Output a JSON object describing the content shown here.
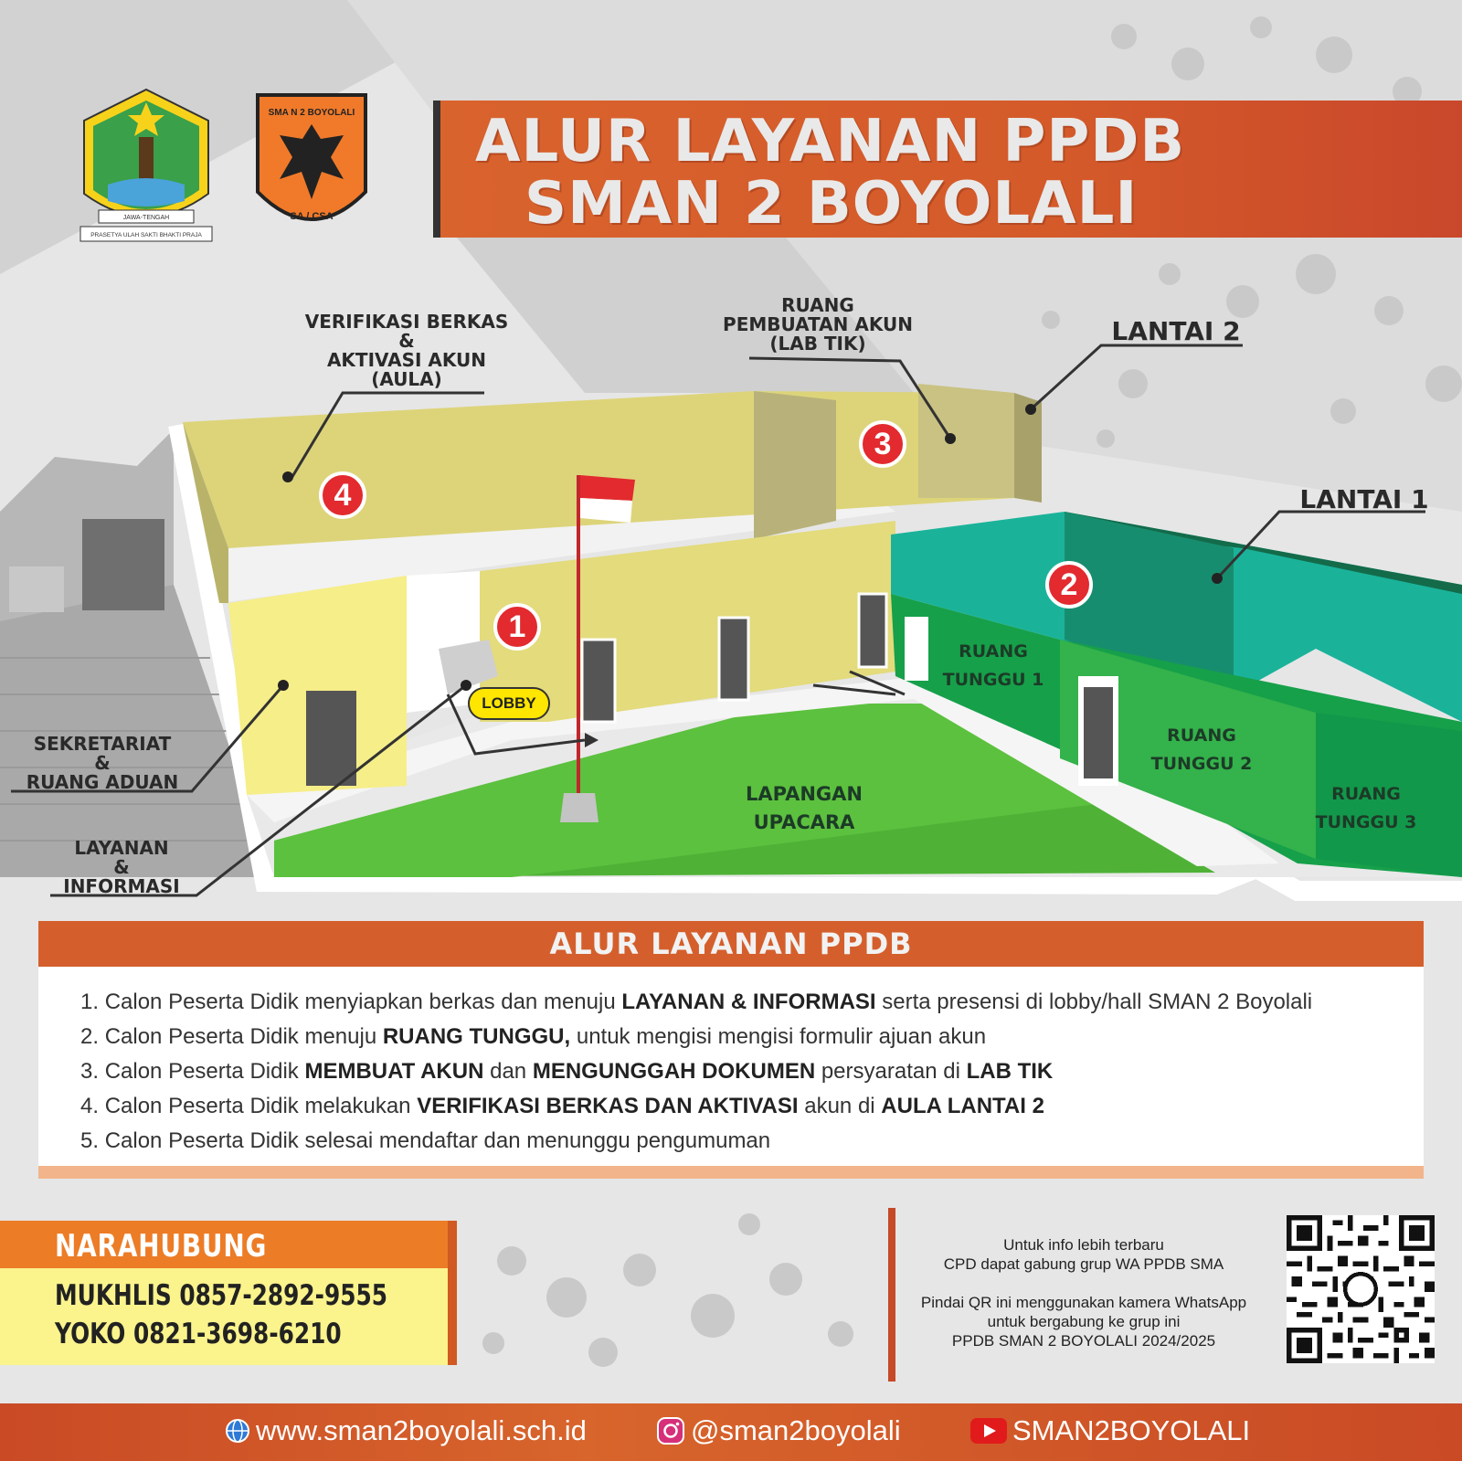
{
  "title": {
    "line1": "ALUR LAYANAN PPDB",
    "line2": "SMAN 2 BOYOLALI"
  },
  "logos": {
    "jateng_motto": "PRASETYA ULAH SAKTI BHAKTI PRAJA",
    "jateng_ribbon": "JAWA-TENGAH",
    "school_top": "SMA N 2 BOYOLALI",
    "school_bottom": "SA / CSA"
  },
  "diagram": {
    "callouts": {
      "verifikasi": [
        "VERIFIKASI BERKAS",
        "&",
        "AKTIVASI AKUN",
        "(AULA)"
      ],
      "pembuatan": [
        "RUANG",
        "PEMBUATAN AKUN",
        "(LAB TIK)"
      ],
      "lantai2": "LANTAI 2",
      "lantai1": "LANTAI 1",
      "sekretariat": [
        "SEKRETARIAT",
        "&",
        "RUANG ADUAN"
      ],
      "layanan": [
        "LAYANAN",
        "&",
        "INFORMASI"
      ]
    },
    "markers": [
      "1",
      "2",
      "3",
      "4"
    ],
    "lobby": "LOBBY",
    "rooms": {
      "tunggu1": [
        "RUANG",
        "TUNGGU 1"
      ],
      "tunggu2": [
        "RUANG",
        "TUNGGU 2"
      ],
      "tunggu3": [
        "RUANG",
        "TUNGGU 3"
      ],
      "lapangan": [
        "LAPANGAN",
        "UPACARA"
      ]
    },
    "colors": {
      "lantai2_wall": "#ddd47a",
      "lantai1_teal": "#1ab39a",
      "lantai1_green": "#16a04a",
      "field": "#4fb236",
      "marker": "#e22a2f"
    }
  },
  "steps": {
    "header": "ALUR LAYANAN PPDB",
    "items": [
      {
        "n": "1.",
        "parts": [
          [
            "Calon Peserta Didik menyiapkan berkas  dan menuju ",
            false
          ],
          [
            "LAYANAN & INFORMASI",
            true
          ],
          [
            " serta presensi di lobby/hall SMAN 2 Boyolali",
            false
          ]
        ]
      },
      {
        "n": "2.",
        "parts": [
          [
            "Calon Peserta Didik menuju ",
            false
          ],
          [
            "RUANG TUNGGU,",
            true
          ],
          [
            " untuk mengisi mengisi formulir ajuan akun",
            false
          ]
        ]
      },
      {
        "n": "3.",
        "parts": [
          [
            "Calon Peserta Didik ",
            false
          ],
          [
            "MEMBUAT AKUN",
            true
          ],
          [
            " dan ",
            false
          ],
          [
            "MENGUNGGAH DOKUMEN",
            true
          ],
          [
            " persyaratan  di ",
            false
          ],
          [
            "LAB TIK",
            true
          ]
        ]
      },
      {
        "n": "4.",
        "parts": [
          [
            "Calon Peserta Didik ",
            false
          ],
          [
            "melakukan ",
            false
          ],
          [
            "VERIFIKASI BERKAS DAN AKTIVASI",
            true
          ],
          [
            " akun di ",
            false
          ],
          [
            "AULA LANTAI 2",
            true
          ]
        ]
      },
      {
        "n": "5.",
        "parts": [
          [
            "Calon Peserta Didik selesai mendaftar dan menunggu pengumuman",
            false
          ]
        ]
      }
    ]
  },
  "contact": {
    "header": "NARAHUBUNG",
    "lines": [
      "MUKHLIS  0857-2892-9555",
      "YOKO 0821-3698-6210"
    ]
  },
  "qr": {
    "lines": [
      "Untuk info lebih terbaru",
      "CPD dapat gabung grup WA PPDB SMA",
      "",
      "Pindai QR ini menggunakan kamera WhatsApp",
      "untuk bergabung ke grup ini",
      "PPDB SMAN 2 BOYOLALI 2024/2025"
    ]
  },
  "footer": {
    "website": "www.sman2boyolali.sch.id",
    "instagram": "@sman2boyolali",
    "youtube": "SMAN2BOYOLALI"
  }
}
